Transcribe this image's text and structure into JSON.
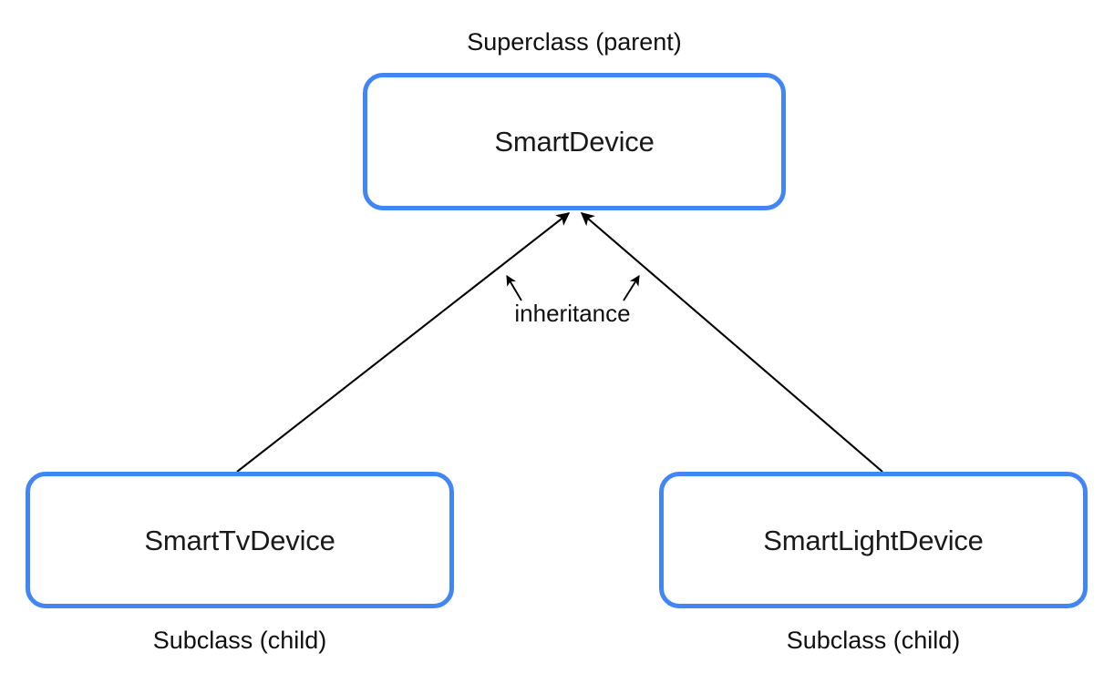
{
  "diagram": {
    "type": "class-inheritance-hierarchy",
    "background_color": "#ffffff",
    "node_border_color": "#4285f4",
    "text_color": "#101010",
    "edge_color": "#000000",
    "relationship_label": "inheritance",
    "nodes": [
      {
        "id": "superclass",
        "name": "SmartDevice",
        "caption": "Superclass (parent)",
        "role": "superclass"
      },
      {
        "id": "subclass-tv",
        "name": "SmartTvDevice",
        "caption": "Subclass (child)",
        "role": "subclass"
      },
      {
        "id": "subclass-light",
        "name": "SmartLightDevice",
        "caption": "Subclass (child)",
        "role": "subclass"
      }
    ],
    "edges": [
      {
        "from": "SmartTvDevice",
        "to": "SmartDevice",
        "kind": "inheritance",
        "arrow": "at-target"
      },
      {
        "from": "SmartLightDevice",
        "to": "SmartDevice",
        "kind": "inheritance",
        "arrow": "at-target"
      }
    ],
    "annotations": [
      {
        "text": "inheritance",
        "points_to": [
          "left-inheritance-edge",
          "right-inheritance-edge"
        ]
      }
    ]
  }
}
